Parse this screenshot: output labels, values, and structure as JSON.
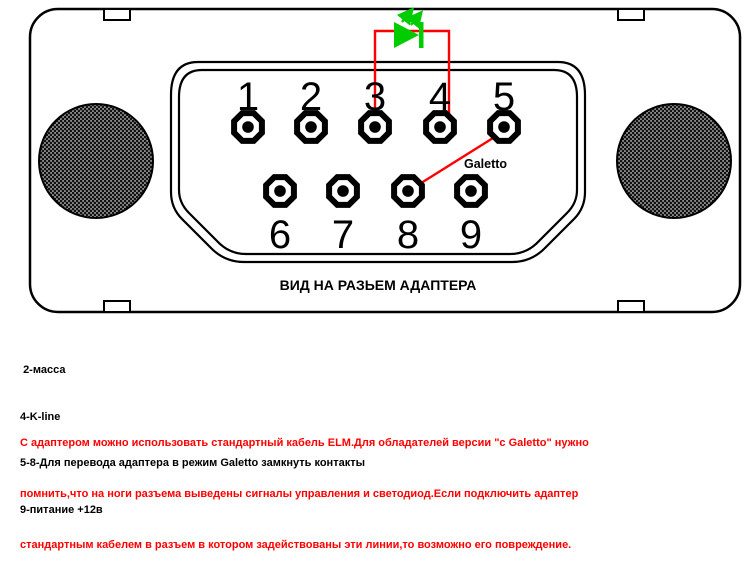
{
  "diagram": {
    "title": "ВИД НА РАЗЬЕМ АДАПТЕРА",
    "galetto_label": "Galetto",
    "pin_labels_top": [
      "1",
      "2",
      "3",
      "4",
      "5"
    ],
    "pin_labels_bottom": [
      "6",
      "7",
      "8",
      "9"
    ],
    "colors": {
      "wire": "#ff0000",
      "led": "#00cc00",
      "outline": "#000000",
      "warning_text": "#ff0000"
    }
  },
  "notes": [
    " 2-масса",
    "4-K-line",
    "5-8-Для перевода адаптера в режим Galetto замкнуть контакты",
    "9-питание +12в"
  ],
  "warning_lines": [
    "С адаптером можно использовать стандартный кабель ELM.Для обладателей версии \"с Galetto\" нужно",
    "помнить,что на ноги разъема выведены сигналы управления и светодиод.Если подключить адаптер",
    "стандартным кабелем в разъем в котором задействованы эти линии,то возможно его повреждение."
  ]
}
